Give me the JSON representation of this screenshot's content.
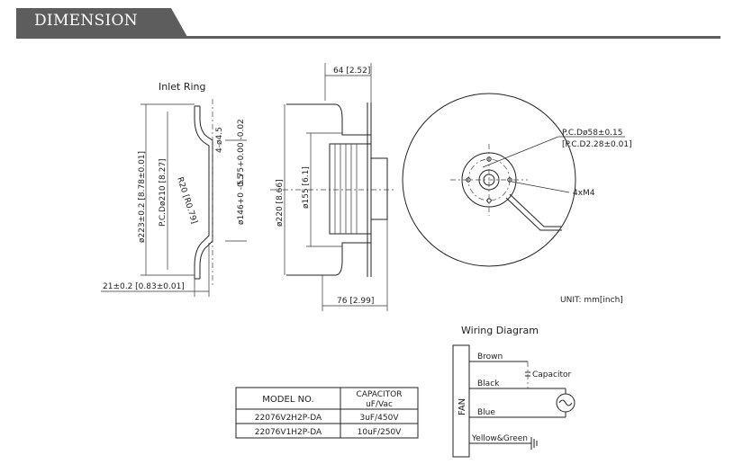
{
  "header": {
    "title": "DIMENSION"
  },
  "labels": {
    "inlet_ring": "Inlet Ring",
    "top_width": "64 [2.52]",
    "bottom_width": "76 [2.99]",
    "ring_offset": "21±0.2 [0.83±0.01]",
    "outer_diameter_ring": "ø223±0.2 [8.78±0.01]",
    "pcd_ring": "P.C.Dø210 [8.27]",
    "radius": "R20 [R0.79]",
    "holes_ring": "4-ø4.5",
    "ring_146": "ø146+0 -0.5",
    "tol_575": "5.75+0.00 -0.02",
    "outer_diameter_fan": "ø220 [8.66]",
    "hub_diameter": "ø155 [6.1]",
    "pcd_motor_1": "P.C.Dø58±0.15",
    "pcd_motor_2": "[P.C.D2.28±0.01]",
    "screws": "4xM4",
    "unit": "UNIT: mm[inch]"
  },
  "wiring": {
    "title": "Wiring Diagram",
    "fan_label": "FAN",
    "wires": [
      "Brown",
      "Black",
      "Blue",
      "Yellow&Green"
    ],
    "capacitor_label": "Capacitor"
  },
  "table": {
    "headers": [
      "MODEL NO.",
      "CAPACITOR",
      "uF/Vac"
    ],
    "rows": [
      {
        "model": "22076V2H2P-DA",
        "capacitor": "3uF/450V"
      },
      {
        "model": "22076V1H2P-DA",
        "capacitor": "10uF/250V"
      }
    ]
  },
  "colors": {
    "header_bg": "#5d5d5d",
    "header_text": "#ffffff",
    "line": "#222222"
  }
}
